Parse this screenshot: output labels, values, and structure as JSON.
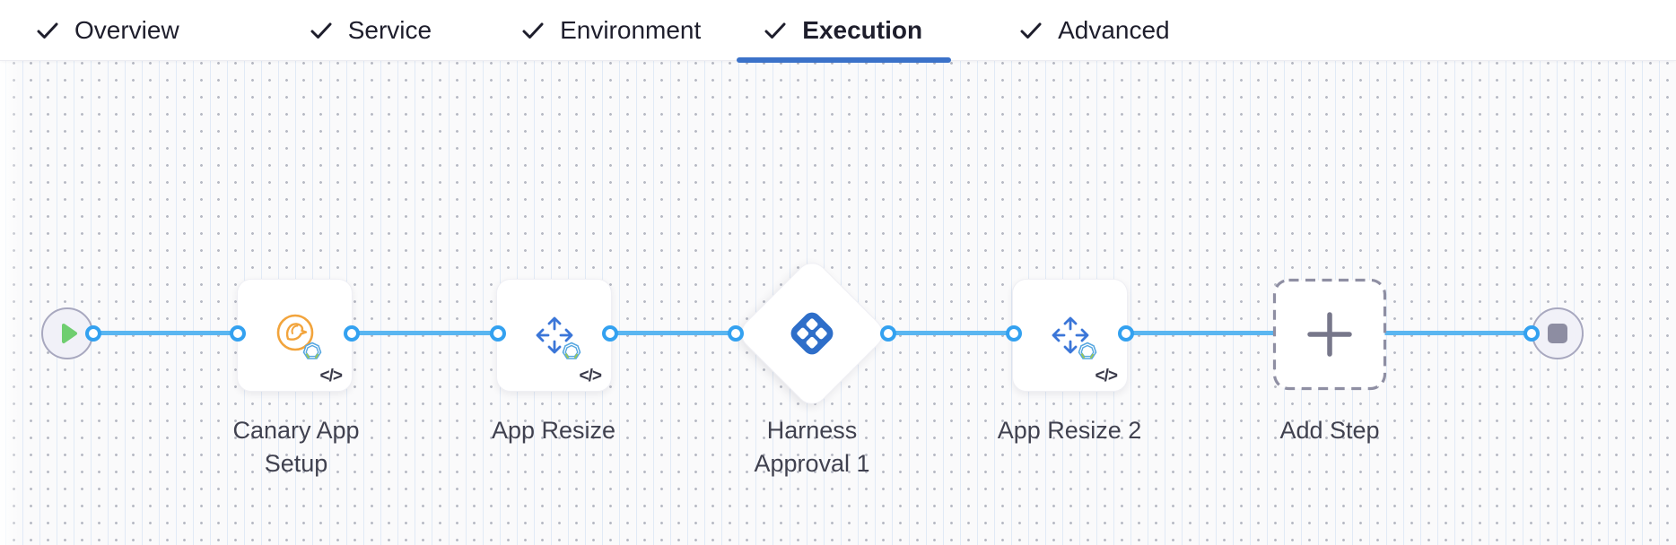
{
  "header": {
    "tabs": [
      {
        "label": "Overview",
        "checked": true,
        "active": false
      },
      {
        "label": "Service",
        "checked": true,
        "active": false
      },
      {
        "label": "Environment",
        "checked": true,
        "active": false
      },
      {
        "label": "Execution",
        "checked": true,
        "active": true
      },
      {
        "label": "Advanced",
        "checked": true,
        "active": false
      }
    ]
  },
  "canvas": {
    "nodes": [
      {
        "id": "start",
        "type": "start-node",
        "icon": "play-icon"
      },
      {
        "id": "canary-app-setup",
        "type": "step",
        "label": "Canary App Setup",
        "icon": "canary-bird-icon",
        "badge_icon": "polygon-badge-icon",
        "code_icon_label": "</>"
      },
      {
        "id": "app-resize",
        "type": "step",
        "label": "App Resize",
        "icon": "resize-arrows-icon",
        "badge_icon": "polygon-badge-icon",
        "code_icon_label": "</>"
      },
      {
        "id": "harness-approval-1",
        "type": "approval",
        "label": "Harness Approval 1",
        "icon": "harness-logo-icon"
      },
      {
        "id": "app-resize-2",
        "type": "step",
        "label": "App Resize 2",
        "icon": "resize-arrows-icon",
        "badge_icon": "polygon-badge-icon",
        "code_icon_label": "</>"
      },
      {
        "id": "add-step",
        "type": "add-step",
        "label": "Add Step",
        "icon": "plus-icon"
      },
      {
        "id": "end",
        "type": "end-node",
        "icon": "stop-icon"
      }
    ]
  },
  "colors": {
    "active_tab_underline": "#3b72c9",
    "tab_text": "#1e1e2c",
    "flow_line_blue": "#5ab6f1",
    "connector_ring_blue": "#33a1f0",
    "harness_logo_blue": "#2e6ec9",
    "resize_arrows_blue": "#3b76d8",
    "canary_orange": "#f2a43c",
    "badge_blue": "#57a7e0",
    "badge_green": "#98c65c",
    "play_green": "#6fce70",
    "stop_gray": "#8d8da2",
    "node_label_text": "#40414f",
    "dashed_border_gray": "#8f8fa3",
    "canvas_background": "#fafafb"
  }
}
